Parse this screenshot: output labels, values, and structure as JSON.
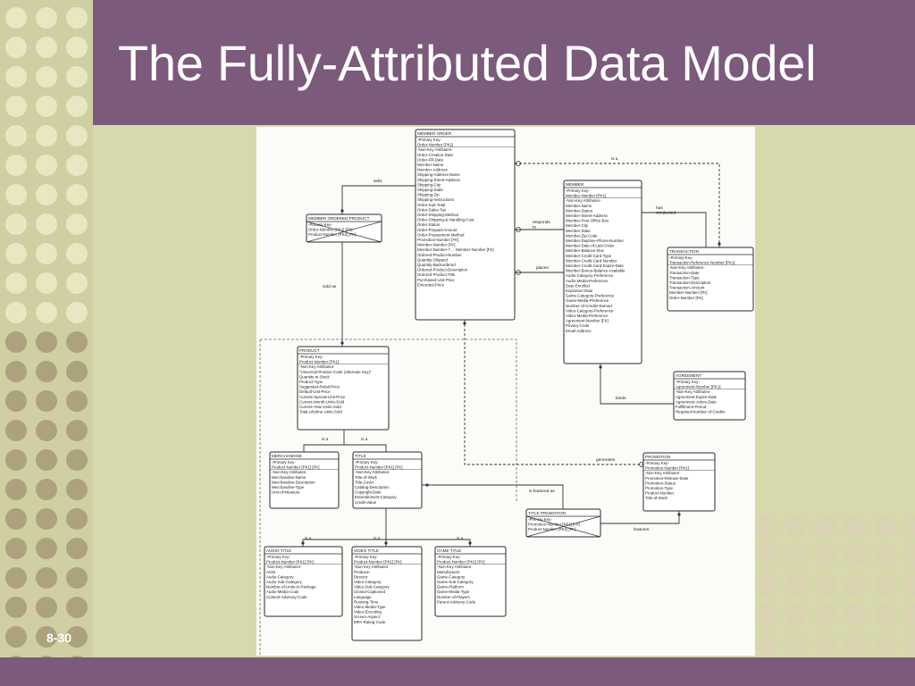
{
  "slide": {
    "title": "The Fully-Attributed Data Model",
    "number": "8-30"
  },
  "colors": {
    "band": "#7b5a7c",
    "panel": "#d7d9ad",
    "dot_light": "#e7e7c2",
    "dot_dark": "#ada27e",
    "paper": "#fbfbf8"
  },
  "entities": {
    "member_order": {
      "title": "MEMBER ORDER",
      "attributes": [
        "-Primary Key-",
        "Order-Number  [PK1]",
        "-Non-Key Attributes-",
        "Order-Creation-Date",
        "Order-Fill-Date",
        "Member-Name",
        "Member-Address",
        "Shipping-Address-Name",
        "Shipping-Street-Address",
        "Shipping-City",
        "Shipping-State",
        "Shipping-Zip",
        "Shipping-Instructions",
        "Order-Sub-Total",
        "Order-Sales-Tax",
        "Order-Shipping-Method",
        "Order-Shipping-&-Handling-Cost",
        "Order-Status",
        "Order-Prepaid-Amount",
        "Order-Prepayment-Method",
        "Promotion-Number  [FK]",
        "Member-Number  [FK]",
        "Member-Number-? ... Member-Number  [FK]",
        "Ordered-Product-Number",
        "Quantity-Shipped",
        "Quantity-Backordered",
        "Ordered-Product-Description",
        "Ordered-Product-Title",
        "Purchased-Unit-Price",
        "Extended-Price"
      ]
    },
    "member": {
      "title": "MEMBER",
      "attributes": [
        "-Primary Key-",
        "Member-Number  [PK1]",
        "-Non-Key Attributes-",
        "Member-Name",
        "Member-Status",
        "Member-Street-Address",
        "Member-Post-Office-Box",
        "Member-City",
        "Member-State",
        "Member-Zip-Code",
        "Member-Daytime-Phone-Number",
        "Member-Date-of-Last-Order",
        "Member-Balance-Due",
        "Member-Credit-Card-Type",
        "Member-Credit-Card-Number",
        "Member-Credit-Card-Expire-Date",
        "Member-Bonus-Balance-Available",
        "Audio-Category-Preference",
        "Audio-Media-Preference",
        "Date-Enrolled",
        "Expiration-Date",
        "Game-Category-Preference",
        "Game-Media-Preference",
        "Number-of-Credits-Earned",
        "Video-Category-Preference",
        "Video-Media-Preference",
        "Agreement-Number  [FK]",
        "Privacy-Code",
        "Email-Address"
      ]
    },
    "transaction": {
      "title": "TRANSACTION",
      "attributes": [
        "-Primary Key-",
        "Transaction-Reference-Number  [PK1]",
        "-Non-Key Attributes-",
        "Transaction-Date",
        "Transaction-Type",
        "Transaction-Description",
        "Transaction-Amount",
        "Member-Number  [FK]",
        "Order-Number  [FK]"
      ]
    },
    "member_ordered_product": {
      "title": "MEMBER ORDERED PRODUCT",
      "attributes": [
        "-Primary Key-",
        "Order-Number  [PK1]  [FK]",
        "Product-Number  [PK2]  [FK]"
      ]
    },
    "product": {
      "title": "PRODUCT",
      "attributes": [
        "-Primary Key-",
        "Product-Number  [PK1]",
        "-Non-Key Attributes-",
        "\"Universal-Product-Code (Alternate Key)\"",
        "Quantity-in-Stock",
        "Product-Type",
        "Suggested-Retail-Price",
        "Default-Unit-Price",
        "Current-Special-Unit-Price",
        "Current-Month-Units-Sold",
        "Current-Year-Units-Sold",
        "Total-Lifetime-Units-Sold"
      ]
    },
    "agreement": {
      "title": "AGREEMENT",
      "attributes": [
        "-Primary Key-",
        "Agreement-Number  [PK1]",
        "-Non-Key Attributes-",
        "Agreement-Expire-Date",
        "Agreement-Active-Date",
        "Fulfillment-Period",
        "Required-Number-of-Credits"
      ]
    },
    "merchandise": {
      "title": "MERCHANDISE",
      "attributes": [
        "-Primary Key-",
        "Product-Number  [PK1]  [FK]",
        "-Non-Key Attributes-",
        "Merchandise-Name",
        "Merchandise-Description",
        "Merchandise-Type",
        "Unit-of-Measure"
      ]
    },
    "title": {
      "title": "TITLE",
      "attributes": [
        "-Primary Key-",
        "Product-Number  [PK1]  [FK]",
        "-Non-Key Attributes-",
        "Title-of-Work",
        "Title-Cover",
        "Catalog-Description",
        "Copyright-Date",
        "Entertainment-Category",
        "Credit-Value"
      ]
    },
    "promotion": {
      "title": "PROMOTION",
      "attributes": [
        "-Primary Key-",
        "Promotion-Number  [PK1]",
        "-Non-Key Attributes-",
        "Promotion-Release-Date",
        "Promotion-Status",
        "Promotion-Type",
        "Product-Number",
        "Title-of-Work"
      ]
    },
    "title_promotion": {
      "title": "TITLE PROMOTION",
      "attributes": [
        "-Primary Key-",
        "Promotion-Number  [PK1]  [FK]",
        "Product-Number  [PK2]  [FK]"
      ]
    },
    "audio_title": {
      "title": "AUDIO TITLE",
      "attributes": [
        "-Primary Key-",
        "Product-Number  [PK1]  [FK]",
        "-Non-Key Attributes-",
        "Artist",
        "Audio-Category",
        "Audio-Sub-Category",
        "Number-of-Units-in-Package",
        "Audio-Media-Code",
        "Content-Advisory-Code"
      ]
    },
    "video_title": {
      "title": "VIDEO TITLE",
      "attributes": [
        "-Primary Key-",
        "Product-Number  [PK1]  [FK]",
        "-Non-Key Attributes-",
        "Producer",
        "Director",
        "Video-Category",
        "Video-Sub-Category",
        "Closed-Captioned",
        "Language",
        "Running-Time",
        "Video-Media-Type",
        "Video-Encoding",
        "Screen-Aspect",
        "MPA-Rating-Code"
      ]
    },
    "game_title": {
      "title": "GAME TITLE",
      "attributes": [
        "-Primary Key-",
        "Product-Number  [PK1]  [FK]",
        "-Non-Key Attributes-",
        "Manufacturer",
        "Game-Category",
        "Game-Sub-Category",
        "Game-Platform",
        "Game-Media-Type",
        "Number-of-Players",
        "Parent-Advisory-Code"
      ]
    }
  },
  "relationships": {
    "sells": "sells",
    "sold_as": "sold as",
    "is_a_top": "is a",
    "responds_to": "responds\nto",
    "places": "places",
    "has_conducted": "has\nconducted",
    "binds": "binds",
    "is_a_prod_1": "is a",
    "is_a_prod_2": "is a",
    "generates": "generates",
    "is_featured_as": "is featured as",
    "features": "features",
    "is_a_title_1": "is a",
    "is_a_title_2": "is a",
    "is_a_title_3": "is a"
  }
}
